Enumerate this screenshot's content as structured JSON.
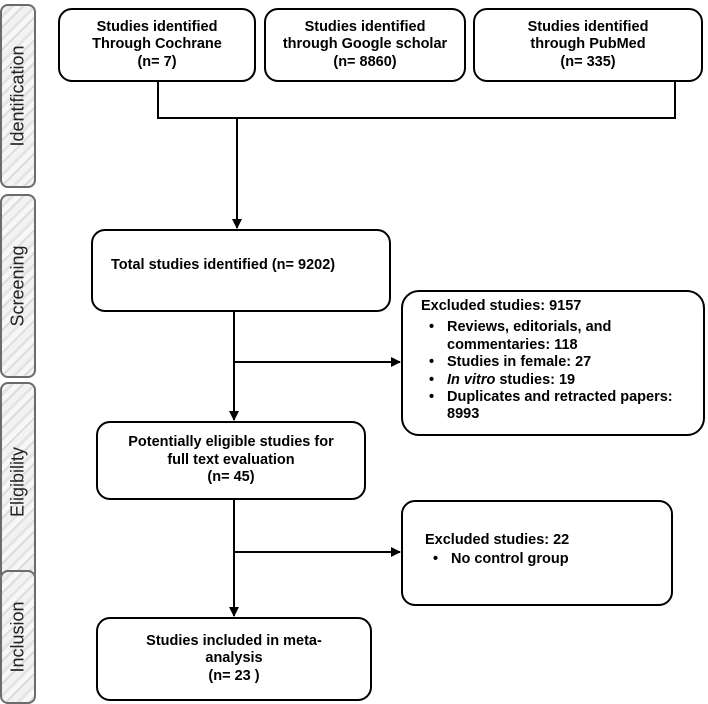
{
  "stages": {
    "identification": "Identification",
    "screening": "Screening",
    "eligibility": "Eligibility",
    "inclusion": "Inclusion"
  },
  "sources": {
    "cochrane": {
      "line1": "Studies identified",
      "line2": "Through Cochrane",
      "count": "(n= 7)"
    },
    "google": {
      "line1": "Studies identified",
      "line2": "through  Google scholar",
      "count": "(n= 8860)"
    },
    "pubmed": {
      "line1": "Studies identified",
      "line2": "through PubMed",
      "count": "(n= 335)"
    }
  },
  "total": {
    "text": "Total studies identified (n= 9202)"
  },
  "excluded1": {
    "title": "Excluded studies: 9157",
    "items": [
      {
        "text": "Reviews, editorials, and commentaries: 118"
      },
      {
        "text": "Studies in female: 27"
      },
      {
        "italic": "In vitro",
        "text": " studies: 19"
      },
      {
        "text": "Duplicates and retracted papers: 8993"
      }
    ]
  },
  "eligible": {
    "line1": "Potentially eligible studies for",
    "line2": "full text evaluation",
    "count": "(n=  45)"
  },
  "excluded2": {
    "title": "Excluded studies: 22",
    "items": [
      {
        "text": "No control group"
      }
    ]
  },
  "included": {
    "line1": "Studies included in meta-",
    "line2": "analysis",
    "count": "(n= 23 )"
  }
}
